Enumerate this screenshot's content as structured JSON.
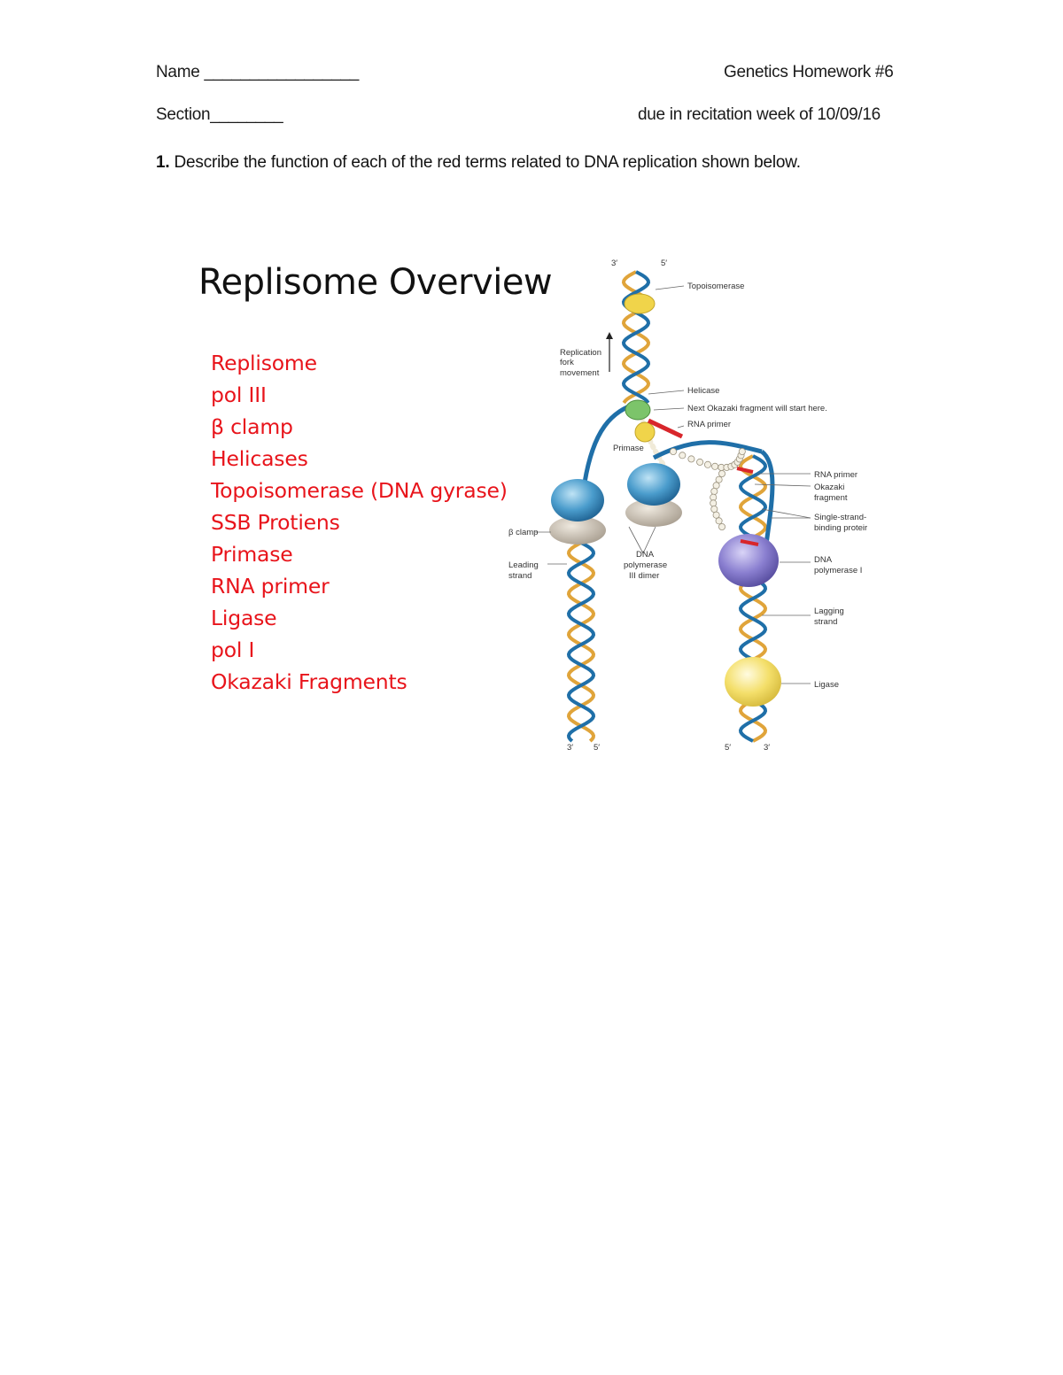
{
  "header": {
    "name_line": "Name _________________",
    "homework_title": "Genetics Homework #6",
    "section_line": "Section________",
    "due_line": "due in recitation week of 10/09/16"
  },
  "question": {
    "number": "1.",
    "text": " Describe the function of each of the red terms related to DNA replication shown below."
  },
  "figure": {
    "title": "Replisome Overview",
    "terms": [
      "Replisome",
      "pol III",
      "β clamp",
      "Helicases",
      "Topoisomerase (DNA gyrase)",
      "SSB Protiens",
      "Primase",
      "RNA primer",
      "Ligase",
      "pol I",
      "Okazaki Fragments"
    ],
    "term_color": "#e8141b",
    "diagram_labels": {
      "top_3": "3′",
      "top_5": "5′",
      "topoisomerase": "Topoisomerase",
      "replication_fork_1": "Replication",
      "replication_fork_2": "fork",
      "replication_fork_3": "movement",
      "helicase": "Helicase",
      "next_okazaki": "Next Okazaki fragment will start here.",
      "rna_primer_top": "RNA primer",
      "primase": "Primase",
      "rna_primer_right": "RNA primer",
      "okazaki_1": "Okazaki",
      "okazaki_2": "fragment",
      "ssb_1": "Single-strand-",
      "ssb_2": "binding proteir",
      "beta_clamp": "β clamp",
      "leading_1": "Leading",
      "leading_2": "strand",
      "dna_pol3_1": "DNA",
      "dna_pol3_2": "polymerase",
      "dna_pol3_3": "III dimer",
      "dna_pol1_1": "DNA",
      "dna_pol1_2": "polymerase I",
      "lagging_1": "Lagging",
      "lagging_2": "strand",
      "ligase": "Ligase",
      "bottom_left_3": "3′",
      "bottom_left_5": "5′",
      "bottom_right_5": "5′",
      "bottom_right_3": "3′"
    },
    "colors": {
      "blue_strand": "#1f6fa8",
      "orange_strand": "#e0a43a",
      "pol3": "#4a9ccc",
      "clamp": "#c8bfb2",
      "pol1": "#8a7fd0",
      "ligase": "#f4df6a",
      "topoisomerase": "#f0d44a",
      "helicase": "#7cc46a",
      "primer": "#d8262b"
    }
  }
}
